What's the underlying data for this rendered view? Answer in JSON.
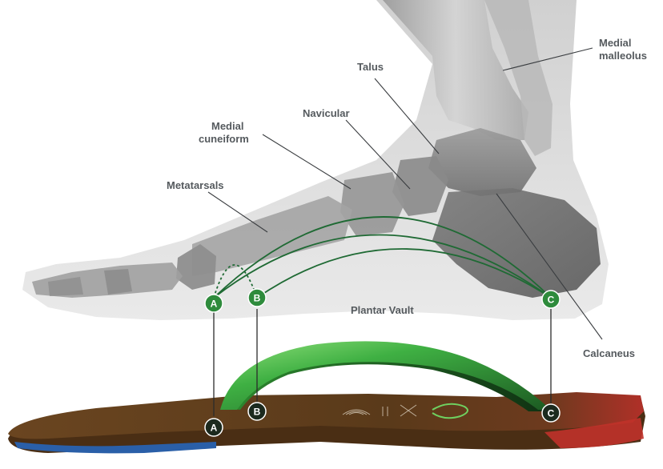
{
  "labels": {
    "medial_malleolus_line1": "Medial",
    "medial_malleolus_line2": "malleolus",
    "talus": "Talus",
    "navicular": "Navicular",
    "medial_cuneiform_line1": "Medial",
    "medial_cuneiform_line2": "cuneiform",
    "metatarsals": "Metatarsals",
    "plantar_vault": "Plantar Vault",
    "calcaneus": "Calcaneus"
  },
  "points": {
    "a": "A",
    "b": "B",
    "c": "C"
  },
  "colors": {
    "point_fill": "#2e8b3c",
    "point_dark": "#1c2a1e",
    "arch_green": "#2f9a3a",
    "insole_brown": "#5c3a1c",
    "heel_red": "#c0322a",
    "edge_blue": "#2a5fa8",
    "bone_gray": "#8c8c8c"
  }
}
